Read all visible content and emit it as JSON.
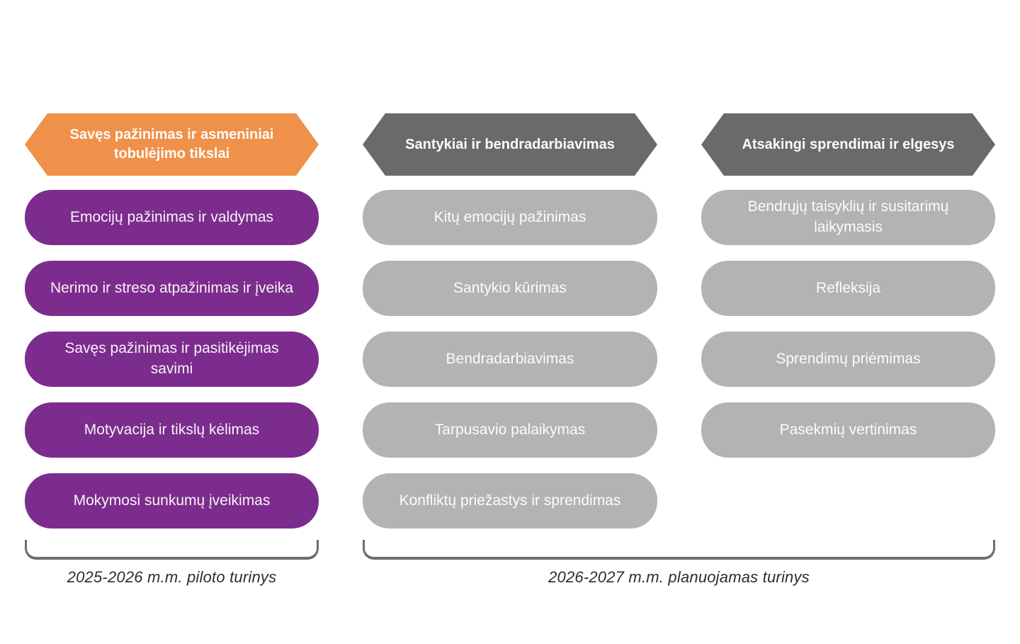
{
  "diagram": {
    "background": "#ffffff",
    "colors": {
      "header_accent": "#EF914B",
      "header_neutral": "#6A6A6A",
      "item_accent": "#7B2C8D",
      "item_neutral": "#B3B3B3",
      "bracket_line": "#6E6E6E",
      "label_text": "#2D2D2D",
      "pill_text": "#FFFFFF"
    },
    "columns": [
      {
        "header": {
          "label": "Savęs pažinimas ir asmeniniai tobulėjimo tikslai",
          "color": "#EF914B",
          "shape": "hexagon"
        },
        "item_color": "#7B2C8D",
        "items": [
          "Emocijų pažinimas ir valdymas",
          "Nerimo ir streso atpažinimas ir įveika",
          "Savęs pažinimas ir pasitikėjimas savimi",
          "Motyvacija ir tikslų kėlimas",
          "Mokymosi sunkumų įveikimas"
        ]
      },
      {
        "header": {
          "label": "Santykiai ir bendradarbiavimas",
          "color": "#6A6A6A",
          "shape": "hexagon"
        },
        "item_color": "#B3B3B3",
        "items": [
          "Kitų emocijų pažinimas",
          "Santykio kūrimas",
          "Bendradarbiavimas",
          "Tarpusavio palaikymas",
          "Konfliktų priežastys ir sprendimas"
        ]
      },
      {
        "header": {
          "label": "Atsakingi sprendimai ir elgesys",
          "color": "#6A6A6A",
          "shape": "hexagon"
        },
        "item_color": "#B3B3B3",
        "items": [
          "Bendrųjų taisyklių ir susitarimų laikymasis",
          "Refleksija",
          "Sprendimų priėmimas",
          "Pasekmių vertinimas"
        ]
      }
    ],
    "brackets": [
      {
        "label": "2025-2026 m.m. piloto turinys",
        "spans": "column-1"
      },
      {
        "label": "2026-2027 m.m. planuojamas turinys",
        "spans": "columns-2-3"
      }
    ]
  }
}
